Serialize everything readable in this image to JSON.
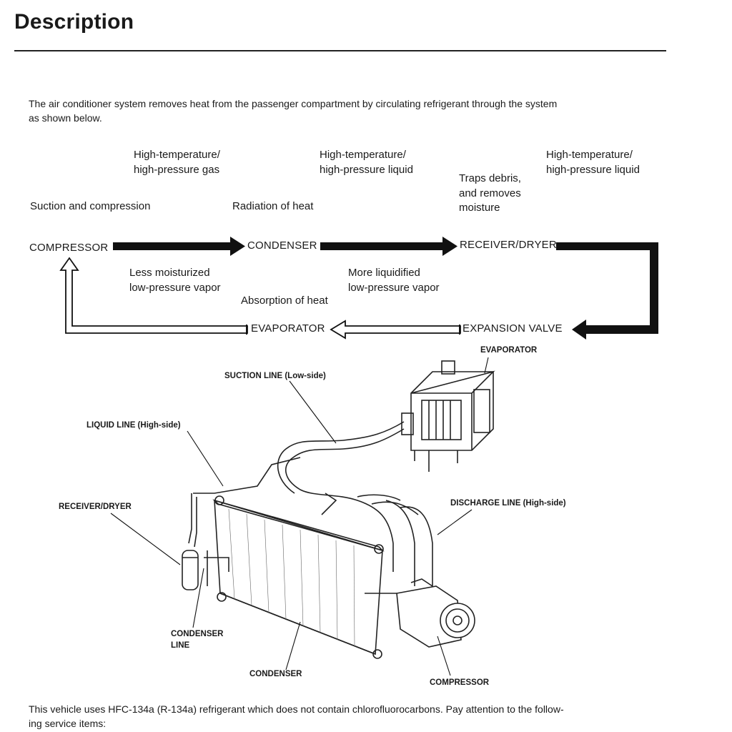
{
  "heading": "Description",
  "intro": {
    "line1": "The air conditioner system removes heat from the passenger compartment by circulating refrigerant through the system",
    "line2": "as shown below."
  },
  "flow": {
    "nodes": {
      "compressor": "COMPRESSOR",
      "condenser": "CONDENSER",
      "receiver": "RECEIVER/DRYER",
      "expansion": "EXPANSION VALVE",
      "evaporator": "EVAPORATOR"
    },
    "notes": {
      "hot_gas": [
        "High-temperature/",
        "high-pressure gas"
      ],
      "hot_liquid_1": [
        "High-temperature/",
        "high-pressure liquid"
      ],
      "hot_liquid_2": [
        "High-temperature/",
        "high-pressure liquid"
      ],
      "traps": [
        "Traps debris,",
        "and removes",
        "moisture"
      ],
      "suction": "Suction and compression",
      "radiation": "Radiation of heat",
      "less_moist": [
        "Less moisturized",
        "low-pressure vapor"
      ],
      "more_liquid": [
        "More liquidified",
        "low-pressure vapor"
      ],
      "absorption": "Absorption of heat"
    }
  },
  "illustration_labels": {
    "evaporator": "EVAPORATOR",
    "suction_line": "SUCTION LINE (Low-side)",
    "liquid_line": "LIQUID LINE (High-side)",
    "receiver": "RECEIVER/DRYER",
    "discharge_line": "DISCHARGE LINE (High-side)",
    "condenser_line": [
      "CONDENSER",
      "LINE"
    ],
    "condenser": "CONDENSER",
    "compressor": "COMPRESSOR"
  },
  "footer": {
    "line1": "This vehicle uses HFC-134a (R-134a) refrigerant which does not contain chlorofluorocarbons. Pay attention to the follow-",
    "line2": "ing service items:"
  }
}
